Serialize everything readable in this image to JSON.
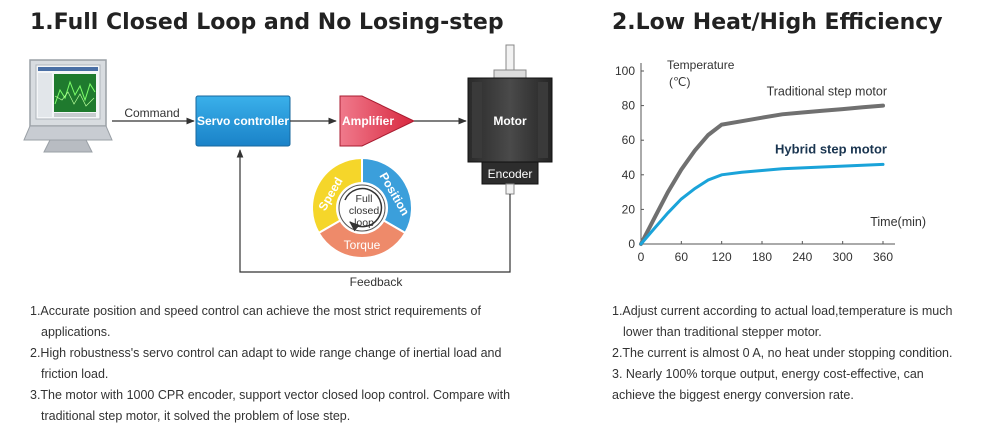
{
  "left": {
    "title": "1.Full Closed Loop and No Losing-step",
    "diagram": {
      "command": "Command",
      "servo_controller": "Servo controller",
      "amplifier": "Amplifier",
      "motor": "Motor",
      "encoder": "Encoder",
      "feedback": "Feedback",
      "ring_speed": "Speed",
      "ring_position": "Position",
      "ring_torque": "Torque",
      "ring_center": [
        "Full",
        "closed",
        "loop"
      ]
    },
    "description": [
      {
        "line1": "1.Accurate position and speed control can achieve the most strict requirements of",
        "line2": "applications."
      },
      {
        "line1": "2.High robustness's servo control can adapt to wide range change of inertial load and",
        "line2": "friction load."
      },
      {
        "line1": "3.The motor with 1000 CPR encoder, support vector closed loop control. Compare with",
        "line2": "traditional step motor, it solved the problem of lose step."
      }
    ]
  },
  "right": {
    "title": "2.Low Heat/High Efficiency",
    "description": [
      {
        "line1": "1.Adjust current according to actual load,temperature is much",
        "line2": "lower than traditional stepper motor."
      },
      {
        "line1": "2.The current is almost 0 A, no heat under stopping condition.",
        "line2": ""
      },
      {
        "line1": "3. Nearly 100% torque output, energy cost-effective, can",
        "line2": "achieve the biggest energy conversion rate."
      }
    ]
  },
  "chart_data": {
    "type": "line",
    "ylabel": "Temperature (℃)",
    "ylabel_line1": "Temperature",
    "ylabel_line2": "(℃)",
    "xlabel": "Time(min)",
    "xlim": [
      0,
      360
    ],
    "ylim": [
      0,
      100
    ],
    "xticks": [
      0,
      60,
      120,
      180,
      240,
      300,
      360
    ],
    "yticks": [
      0,
      20,
      40,
      60,
      80,
      100
    ],
    "grid": false,
    "series": [
      {
        "name": "Traditional step motor",
        "color": "#707070",
        "x": [
          0,
          20,
          40,
          60,
          80,
          100,
          120,
          150,
          180,
          210,
          240,
          270,
          300,
          330,
          360
        ],
        "y": [
          0,
          15,
          30,
          43,
          54,
          63,
          69,
          71,
          73,
          75,
          76,
          77,
          78,
          79,
          80
        ]
      },
      {
        "name": "Hybrid step motor",
        "color": "#1aa3d9",
        "x": [
          0,
          20,
          40,
          60,
          80,
          100,
          120,
          150,
          180,
          210,
          240,
          270,
          300,
          330,
          360
        ],
        "y": [
          0,
          9,
          18,
          26,
          32,
          37,
          40,
          41.5,
          42.5,
          43.5,
          44,
          44.5,
          45,
          45.5,
          46
        ]
      }
    ]
  }
}
